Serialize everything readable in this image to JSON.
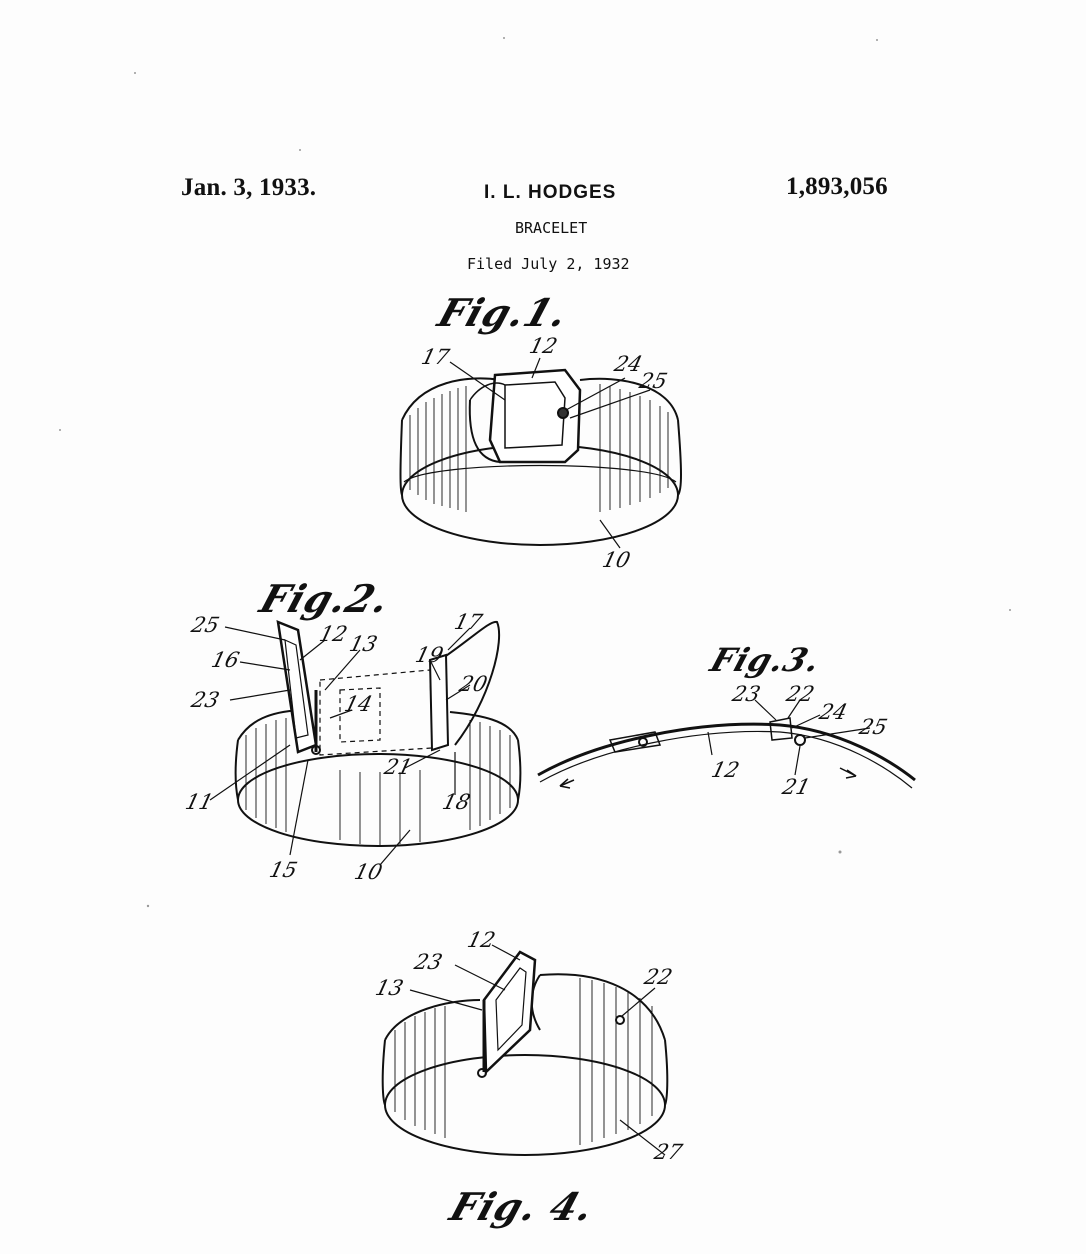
{
  "header": {
    "date": "Jan. 3, 1933.",
    "inventor": "I. L. HODGES",
    "patent_number": "1,893,056",
    "title": "BRACELET",
    "filed": "Filed July 2, 1932"
  },
  "figures": {
    "fig1": {
      "label": "Fig.1.",
      "refs": [
        "17",
        "12",
        "24",
        "25",
        "10"
      ]
    },
    "fig2": {
      "label": "Fig.2.",
      "refs": [
        "25",
        "12",
        "13",
        "17",
        "16",
        "19",
        "20",
        "23",
        "14",
        "21",
        "11",
        "18",
        "15",
        "10"
      ]
    },
    "fig3": {
      "label": "Fig.3.",
      "refs": [
        "23",
        "22",
        "24",
        "25",
        "12",
        "21"
      ]
    },
    "fig4": {
      "label": "Fig. 4.",
      "refs": [
        "12",
        "23",
        "13",
        "22",
        "27"
      ]
    }
  }
}
